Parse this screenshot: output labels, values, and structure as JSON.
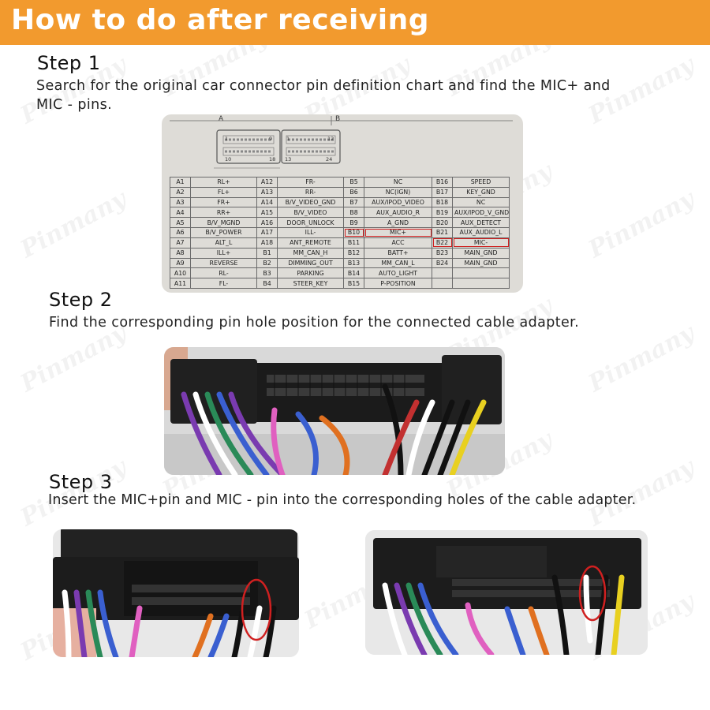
{
  "header": {
    "title": "How to do after receiving"
  },
  "watermark": "Pinmany",
  "colors": {
    "header_bg": "#f29a2e",
    "highlight": "#d02020"
  },
  "steps": [
    {
      "title": "Step 1",
      "description": "Search for the original car connector pin definition chart and find the MIC+ and MIC - pins."
    },
    {
      "title": "Step 2",
      "description": "Find the corresponding pin hole position for the connected cable adapter."
    },
    {
      "title": "Step 3",
      "description": "Insert the MIC+pin and MIC - pin into the corresponding holes of the cable adapter."
    }
  ],
  "pin_chart": {
    "connector_a_label": "A",
    "connector_b_label": "B",
    "pin_numbers": [
      "1",
      "9",
      "1",
      "12",
      "10",
      "18",
      "13",
      "24"
    ],
    "rows": [
      [
        "A1",
        "RL+",
        "A12",
        "FR-",
        "B5",
        "NC",
        "B16",
        "SPEED"
      ],
      [
        "A2",
        "FL+",
        "A13",
        "RR-",
        "B6",
        "NC(IGN)",
        "B17",
        "KEY_GND"
      ],
      [
        "A3",
        "FR+",
        "A14",
        "B/V_VIDEO_GND",
        "B7",
        "AUX/IPOD_VIDEO",
        "B18",
        "NC"
      ],
      [
        "A4",
        "RR+",
        "A15",
        "B/V_VIDEO",
        "B8",
        "AUX_AUDIO_R",
        "B19",
        "AUX/IPOD_V_GND"
      ],
      [
        "A5",
        "B/V_MGND",
        "A16",
        "DOOR_UNLOCK",
        "B9",
        "A_GND",
        "B20",
        "AUX_DETECT"
      ],
      [
        "A6",
        "B/V_POWER",
        "A17",
        "ILL-",
        "B10",
        "MIC+",
        "B21",
        "AUX_AUDIO_L"
      ],
      [
        "A7",
        "ALT_L",
        "A18",
        "ANT_REMOTE",
        "B11",
        "ACC",
        "B22",
        "MIC-"
      ],
      [
        "A8",
        "ILL+",
        "B1",
        "MM_CAN_H",
        "B12",
        "BATT+",
        "B23",
        "MAIN_GND"
      ],
      [
        "A9",
        "REVERSE",
        "B2",
        "DIMMING_OUT",
        "B13",
        "MM_CAN_L",
        "B24",
        "MAIN_GND"
      ],
      [
        "A10",
        "RL-",
        "B3",
        "PARKING",
        "B14",
        "AUTO_LIGHT",
        "",
        ""
      ],
      [
        "A11",
        "FL-",
        "B4",
        "STEER_KEY",
        "B15",
        "P-POSITION",
        "",
        ""
      ]
    ],
    "highlighted": [
      "B10:MIC+",
      "B22:MIC-"
    ]
  }
}
